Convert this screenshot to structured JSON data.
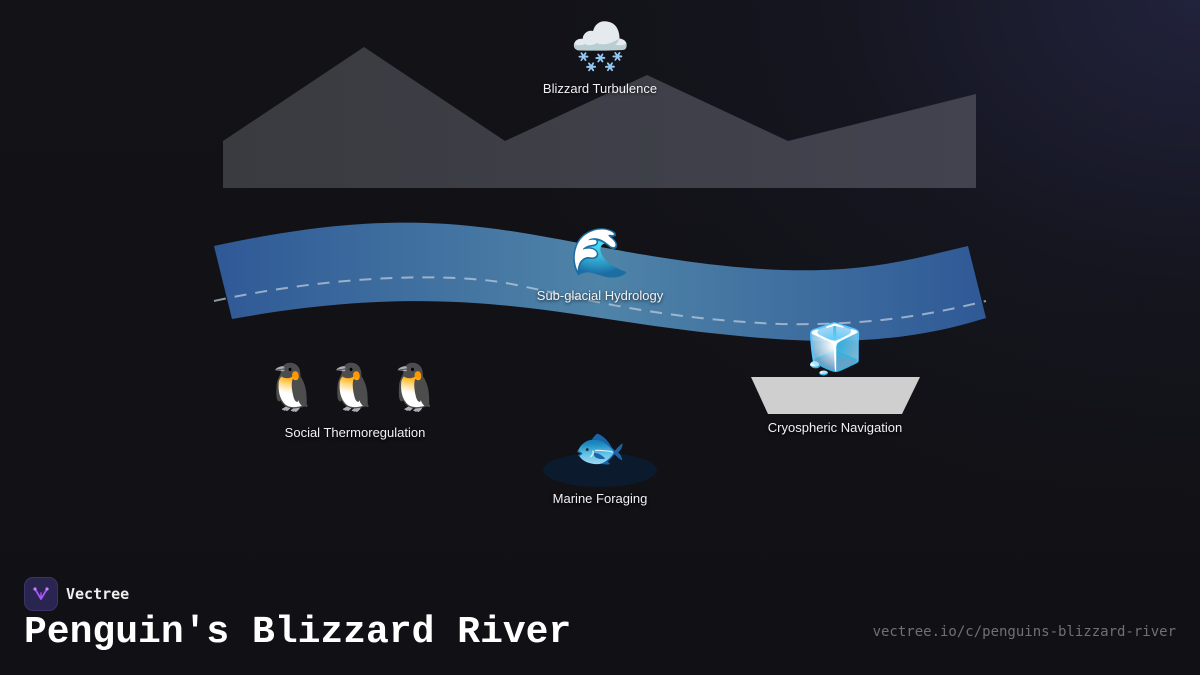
{
  "diagram": {
    "nodes": [
      {
        "id": "blizzard",
        "icon": "snow-cloud-icon",
        "emoji": "🌨️",
        "label": "Blizzard Turbulence"
      },
      {
        "id": "hydrology",
        "icon": "wave-icon",
        "emoji": "🌊",
        "label": "Sub-glacial Hydrology"
      },
      {
        "id": "thermoregulation",
        "icon": "penguin-icon",
        "emoji": "🐧🐧🐧",
        "label": "Social Thermoregulation"
      },
      {
        "id": "navigation",
        "icon": "ice-cube-icon",
        "emoji": "🧊",
        "label": "Cryospheric Navigation"
      },
      {
        "id": "foraging",
        "icon": "fish-icon",
        "emoji": "🐟",
        "label": "Marine Foraging"
      }
    ]
  },
  "brand": {
    "name": "Vectree",
    "logo_icon": "vectree-logo-icon"
  },
  "title": "Penguin's Blizzard River",
  "url": "vectree.io/c/penguins-blizzard-river",
  "colors": {
    "background": "#111116",
    "mountain": "#3d3f47",
    "river_start": "#2f5996",
    "river_mid": "#4f84a8",
    "river_end": "#2f5996",
    "ice_shelf": "#cfcfcf",
    "pool": "#0b1a2c",
    "brand_accent": "#a855f7"
  }
}
